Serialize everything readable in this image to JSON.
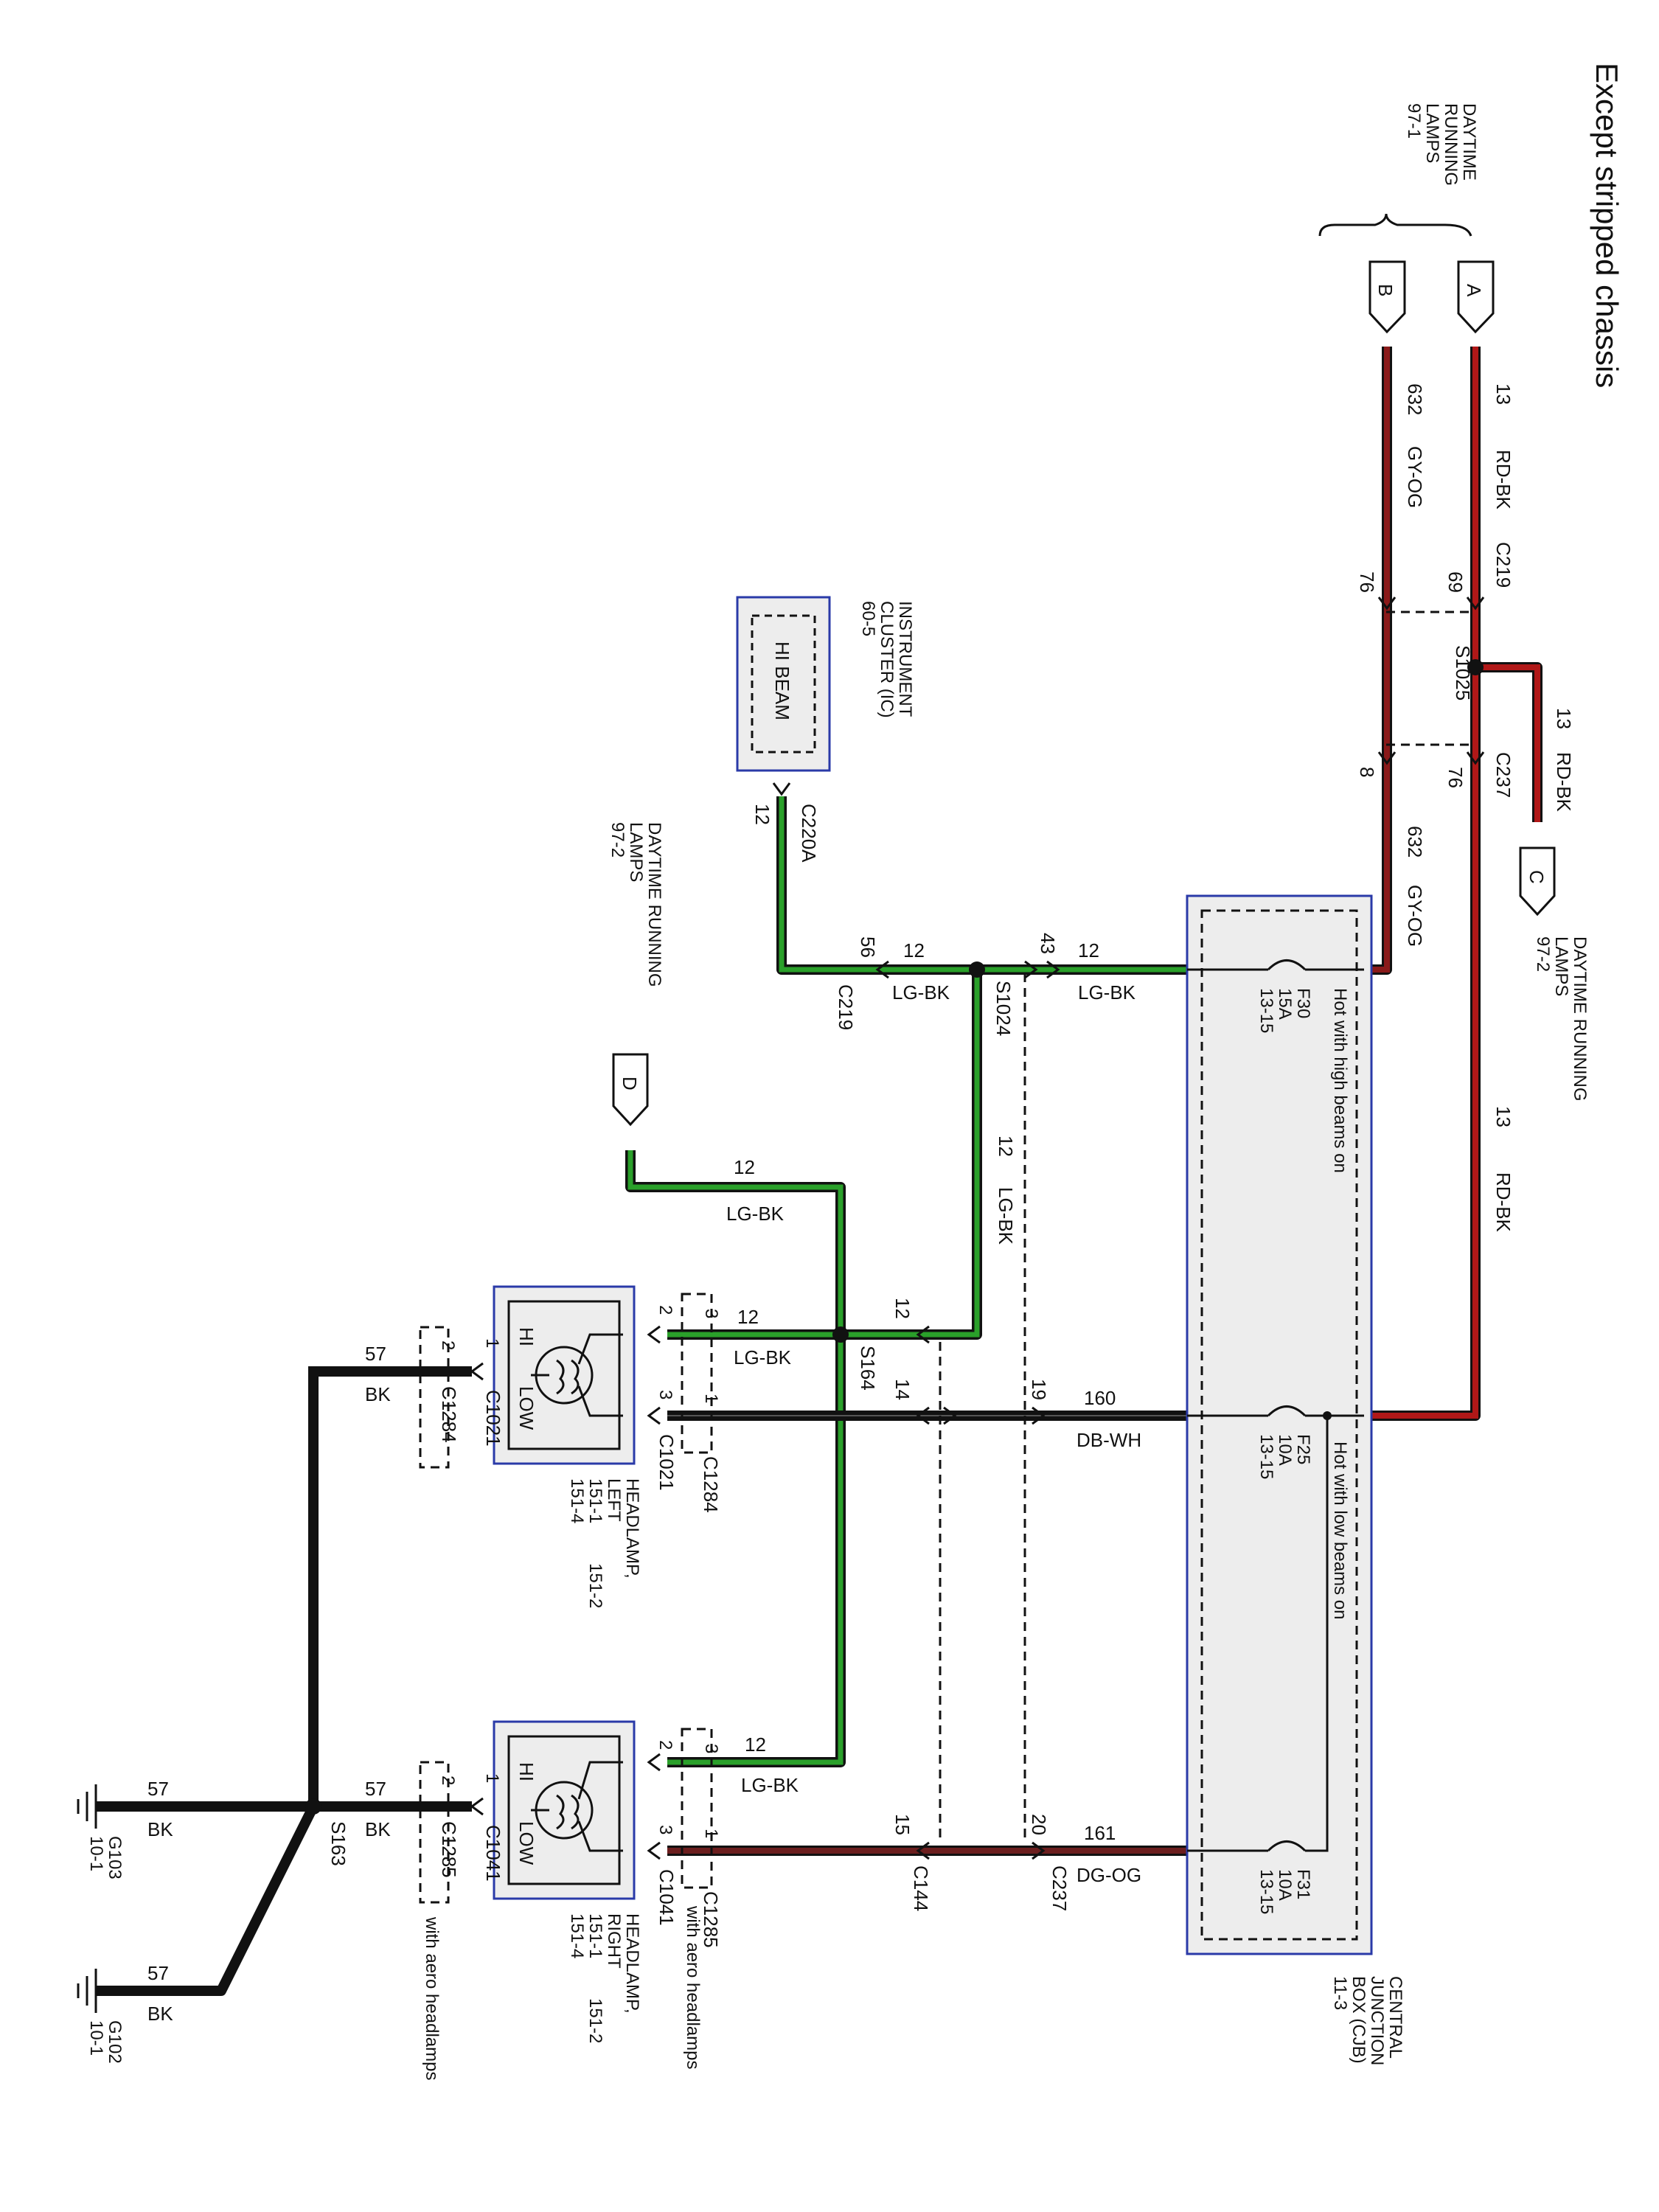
{
  "title": "Except stripped chassis",
  "colors": {
    "rd_bk": "#b01818",
    "gy_og": "#8a1a1a",
    "lg_bk": "#2aa02a",
    "db_wh": "#1a1a1a",
    "dg_og": "#6b1e1e",
    "bk": "#111111",
    "box_border": "#2a3aa8",
    "box_fill": "#ededed"
  },
  "labels": {
    "drl_top": [
      "DAYTIME",
      "RUNNING",
      "LAMPS",
      "97-1"
    ],
    "drl_right": [
      "DAYTIME RUNNING",
      "LAMPS",
      "97-2"
    ],
    "drl_left": [
      "DAYTIME RUNNING",
      "LAMPS",
      "97-2"
    ],
    "ic": [
      "INSTRUMENT",
      "CLUSTER (IC)",
      "60-5"
    ],
    "hi_beam": "HI BEAM",
    "cjb": [
      "CENTRAL",
      "JUNCTION",
      "BOX (CJB)",
      "11-3"
    ],
    "hot_high": "Hot with high beams on",
    "hot_low": "Hot with low beams on",
    "headlamp_left": [
      "HEADLAMP,",
      "LEFT",
      "151-1",
      "151-4",
      "151-2"
    ],
    "headlamp_right": [
      "HEADLAMP,",
      "RIGHT",
      "151-1",
      "151-4",
      "151-2"
    ],
    "aero": "with aero headlamps",
    "hi": "HI",
    "low": "LOW"
  },
  "connectors": {
    "A": "A",
    "B": "B",
    "C": "C",
    "D": "D",
    "c219": "C219",
    "c237": "C237",
    "c220a": "C220A",
    "c1021": "C1021",
    "c1284": "C1284",
    "c1041": "C1041",
    "c1285": "C1285",
    "c144": "C144",
    "s1025": "S1025",
    "s1024": "S1024",
    "s164": "S164",
    "s163": "S163",
    "g103": [
      "G103",
      "10-1"
    ],
    "g102": [
      "G102",
      "10-1"
    ]
  },
  "fuses": {
    "f30": [
      "F30",
      "15A",
      "13-15"
    ],
    "f25": [
      "F25",
      "10A",
      "13-15"
    ],
    "f31": [
      "F31",
      "10A",
      "13-15"
    ]
  },
  "wires": {
    "w13": "13",
    "rd_bk": "RD-BK",
    "w632": "632",
    "gy_og": "GY-OG",
    "w12": "12",
    "lg_bk": "LG-BK",
    "w160": "160",
    "db_wh": "DB-WH",
    "w161": "161",
    "dg_og": "DG-OG",
    "w57": "57",
    "bk": "BK"
  },
  "pins": {
    "p69": "69",
    "p76a": "76",
    "p76b": "76",
    "p8": "8",
    "p12ic": "12",
    "p56": "56",
    "p43": "43",
    "p12a": "12",
    "p14": "14",
    "p19": "19",
    "p15": "15",
    "p20": "20",
    "p1": "1",
    "p2": "2",
    "p3": "3"
  }
}
